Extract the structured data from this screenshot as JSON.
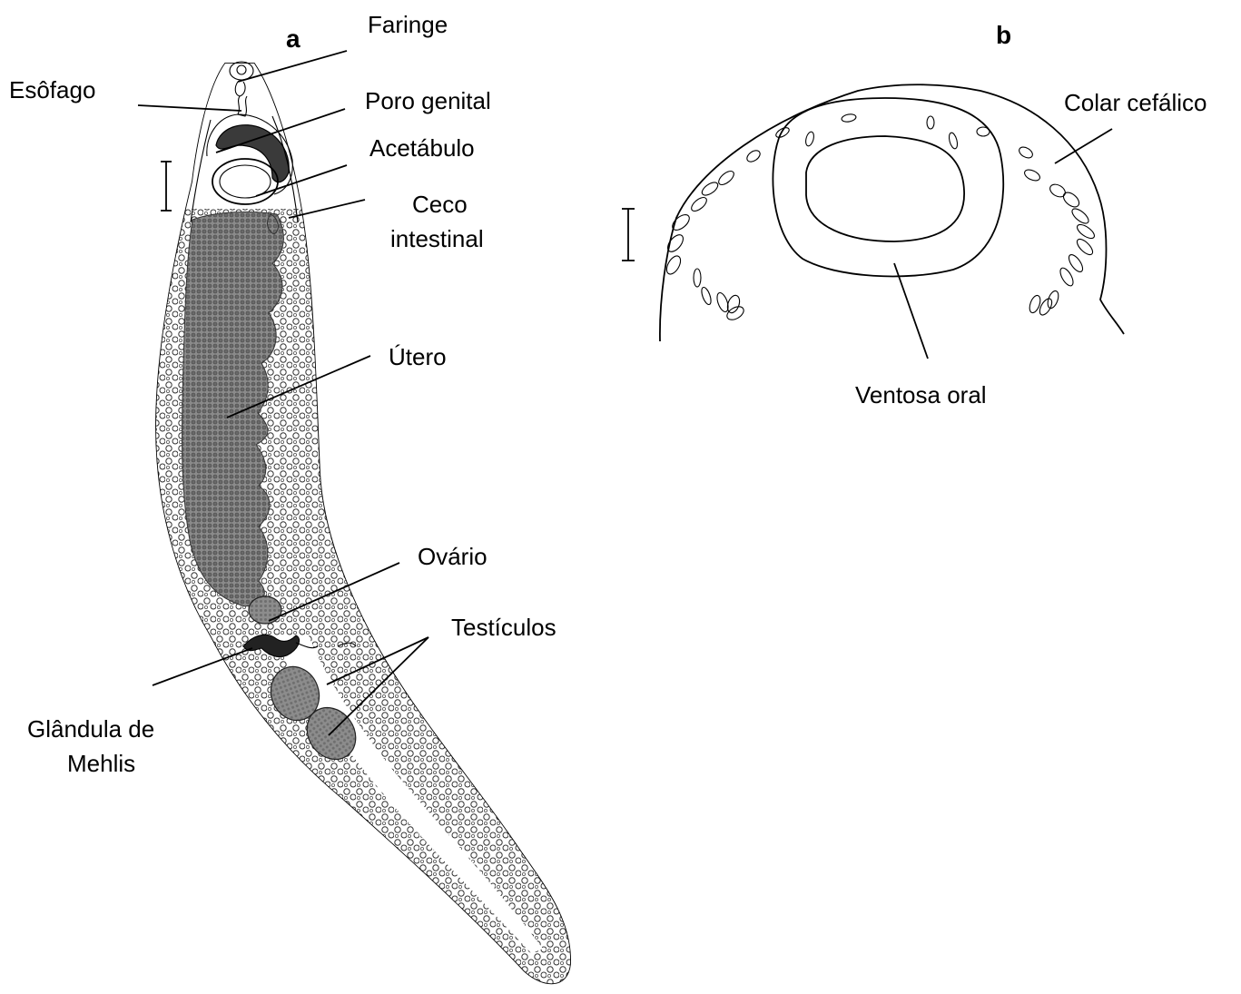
{
  "panels": {
    "a": "a",
    "b": "b"
  },
  "labels_a": {
    "faringe": "Faringe",
    "esofago": "Esôfago",
    "poro_genital": "Poro genital",
    "acetabulo": "Acetábulo",
    "ceco_line1": "Ceco",
    "ceco_line2": "intestinal",
    "utero": "Útero",
    "ovario": "Ovário",
    "testiculos": "Testículos",
    "glandula_line1": "Glândula de",
    "glandula_line2": "Mehlis"
  },
  "labels_b": {
    "colar_cefalico": "Colar cefálico",
    "ventosa_oral": "Ventosa oral"
  }
}
